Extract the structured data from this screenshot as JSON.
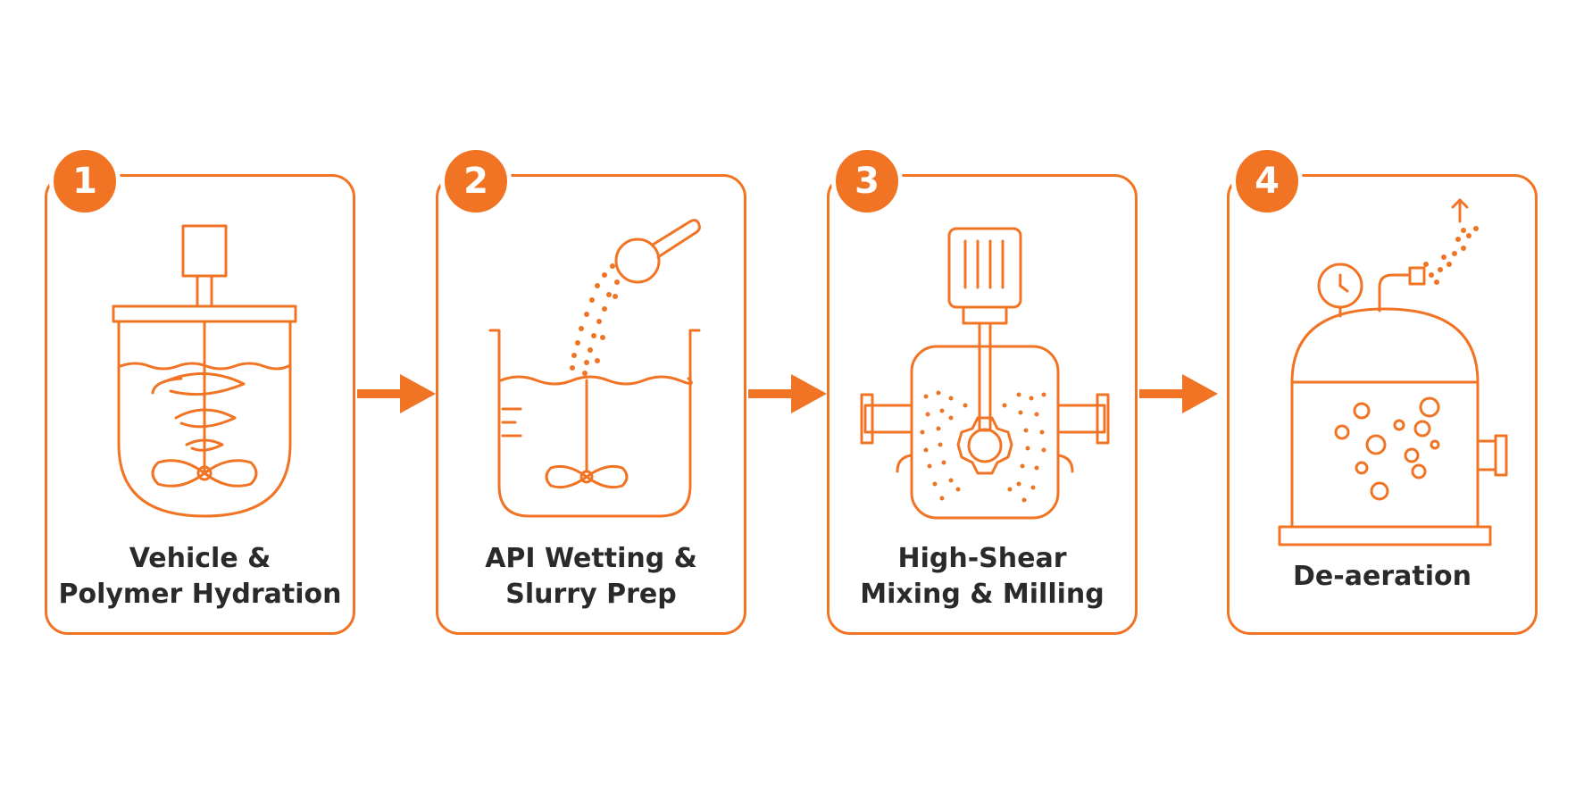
{
  "accent_color": "#f07424",
  "text_color": "#2a2a2a",
  "steps": [
    {
      "number": "1",
      "line1": "Vehicle &",
      "line2": "Polymer Hydration",
      "icon": "mixing-tank-icon"
    },
    {
      "number": "2",
      "line1": "API Wetting &",
      "line2": "Slurry Prep",
      "icon": "beaker-powder-scoop-icon"
    },
    {
      "number": "3",
      "line1": "High-Shear",
      "line2": "Mixing & Milling",
      "icon": "high-shear-mill-icon"
    },
    {
      "number": "4",
      "line1": "",
      "line2": "De-aeration",
      "icon": "deaeration-vessel-icon"
    }
  ]
}
